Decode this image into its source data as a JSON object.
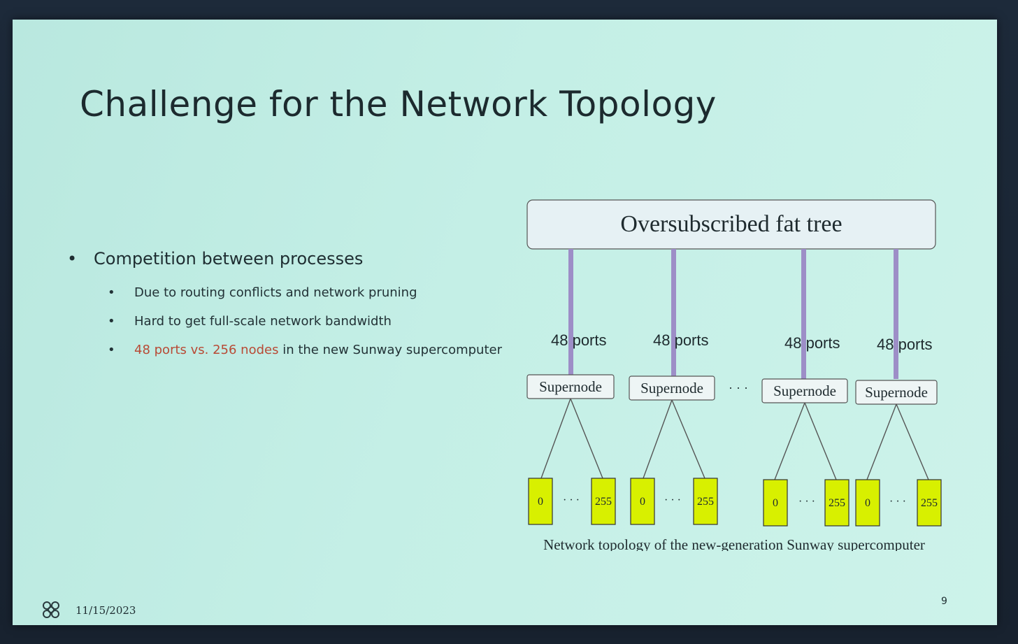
{
  "slide": {
    "title": "Challenge for the Network Topology",
    "bullets": {
      "main": "Competition between processes",
      "sub1": "Due to routing conflicts and network pruning",
      "sub2": "Hard to get full-scale network bandwidth",
      "sub3_highlight": "48 ports vs. 256 nodes",
      "sub3_rest": " in the new Sunway supercomputer"
    },
    "date": "11/15/2023",
    "page_number": "9",
    "colors": {
      "highlight": "#b84a35",
      "link_purple": "#9d8ec7",
      "node_fill": "#d8f000"
    }
  },
  "diagram": {
    "top_box": "Oversubscribed fat tree",
    "ports_label": [
      "48 ports",
      "48 ports",
      "48 ports",
      "48 ports"
    ],
    "supernode_label": [
      "Supernode",
      "Supernode",
      "Supernode",
      "Supernode"
    ],
    "ellipsis": "· · ·",
    "node_first": [
      "0",
      "0",
      "0",
      "0"
    ],
    "node_last": [
      "255",
      "255",
      "255",
      "255"
    ],
    "caption": "Network topology of the new-generation Sunway supercomputer"
  }
}
